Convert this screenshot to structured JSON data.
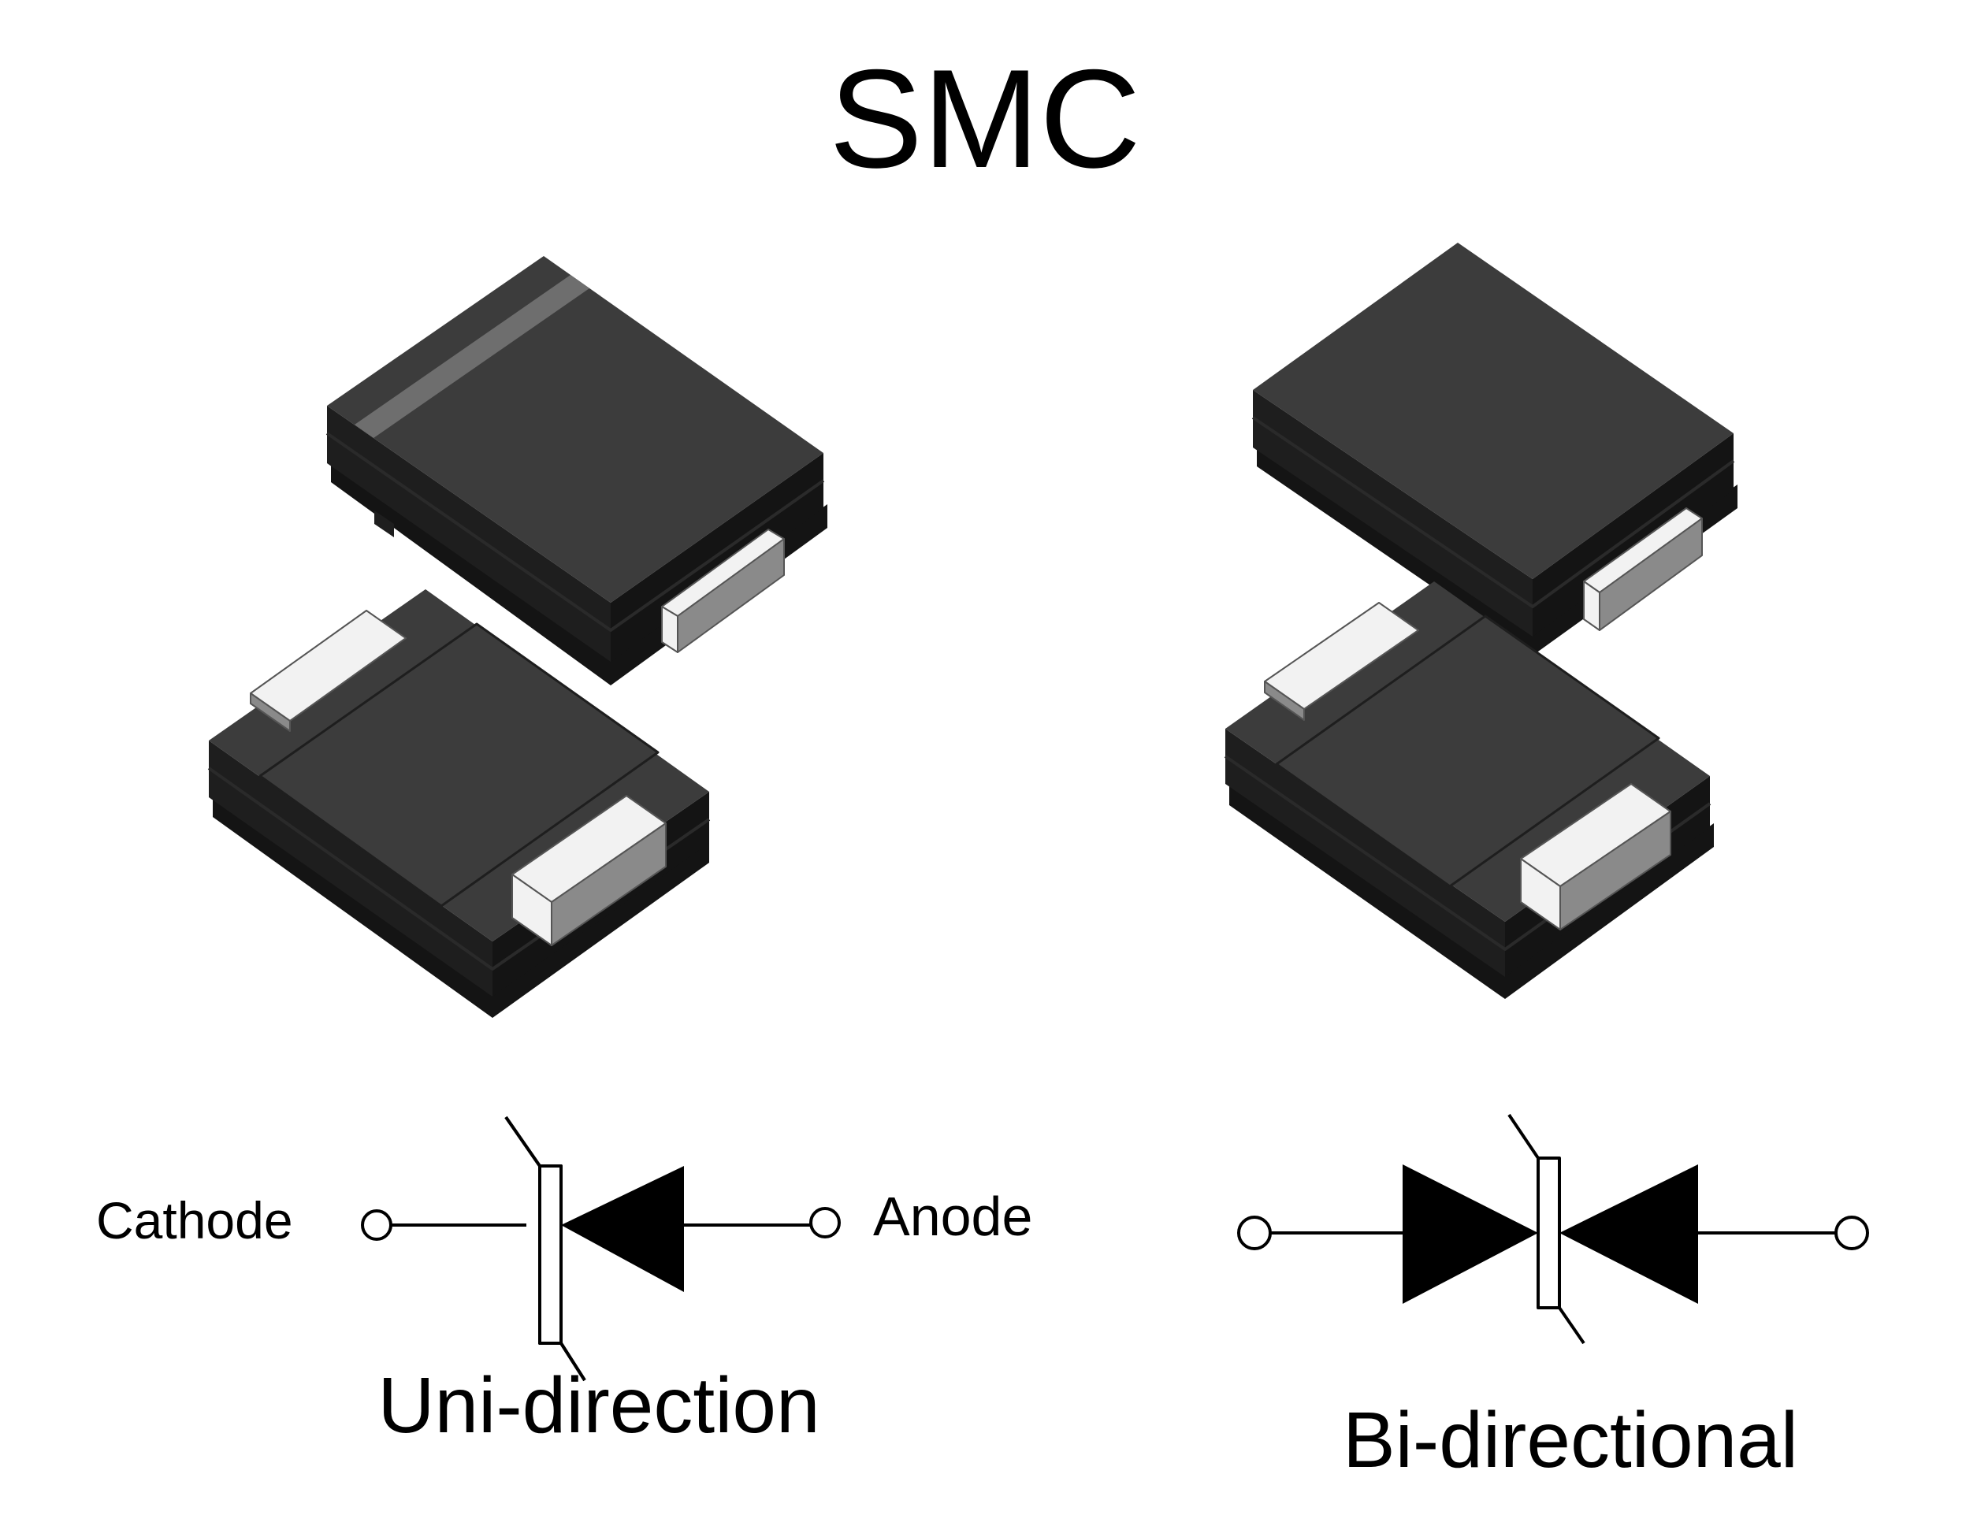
{
  "title": "SMC",
  "colors": {
    "background": "#ffffff",
    "body_top": "#3c3c3c",
    "body_front": "#1e1e1e",
    "body_side": "#141414",
    "body_edge": "#2a2a2a",
    "band": "#6e6e6e",
    "terminal_top": "#f2f2f2",
    "terminal_face": "#8a8a8a",
    "symbol": "#000000"
  },
  "packages": [
    {
      "name": "smc-package-uni-top",
      "cathode_band": true
    },
    {
      "name": "smc-package-uni-bottom",
      "cathode_band": false
    },
    {
      "name": "smc-package-bi-top",
      "cathode_band": false
    },
    {
      "name": "smc-package-bi-bottom",
      "cathode_band": false
    }
  ],
  "symbols": {
    "uni": {
      "cathode_label": "Cathode",
      "anode_label": "Anode",
      "caption": "Uni-direction"
    },
    "bi": {
      "caption": "Bi-directional"
    }
  }
}
